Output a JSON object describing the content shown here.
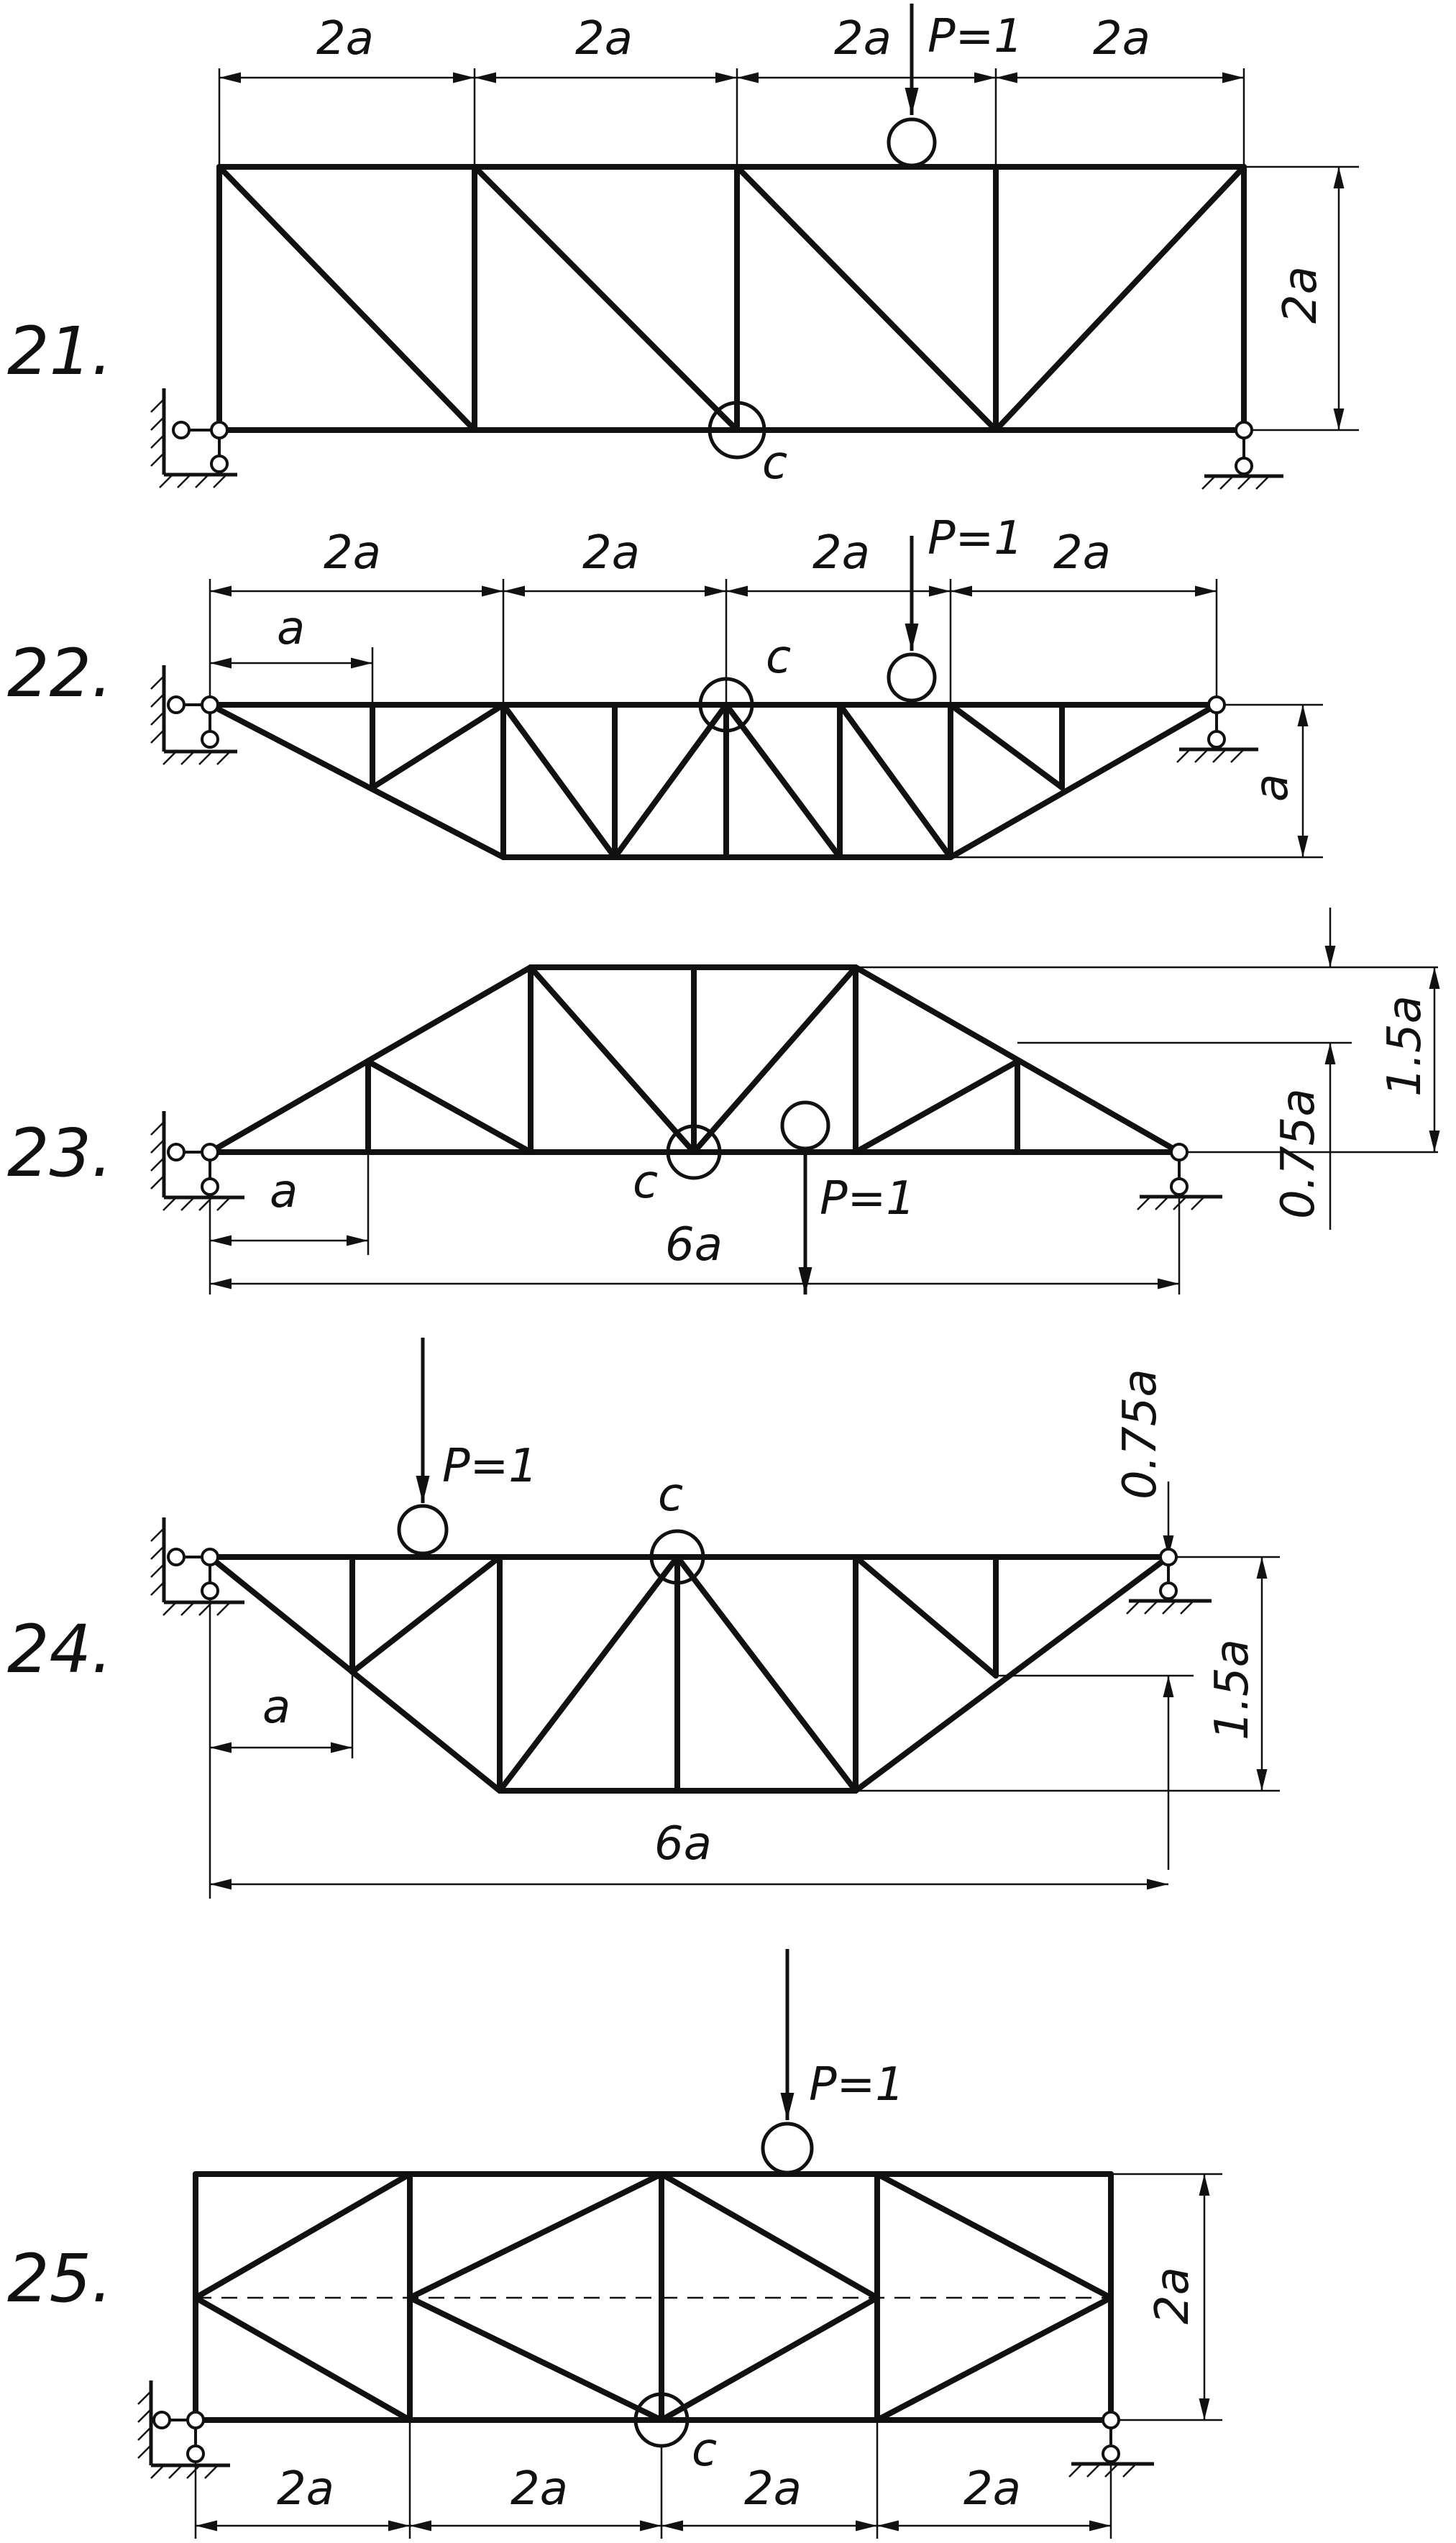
{
  "problems": [
    {
      "number": "21.",
      "labels": {
        "spans": [
          "2a",
          "2a",
          "2a",
          "2a"
        ],
        "height": "2a",
        "load": "P=1",
        "node": "c"
      }
    },
    {
      "number": "22.",
      "labels": {
        "spans": [
          "2a",
          "2a",
          "2a",
          "2a"
        ],
        "panel": "a",
        "depth": "a",
        "load": "P=1",
        "node": "c"
      }
    },
    {
      "number": "23.",
      "labels": {
        "panel": "a",
        "length": "6a",
        "height_low": "0.75a",
        "height_high": "1.5a",
        "load": "P=1",
        "node": "c"
      }
    },
    {
      "number": "24.",
      "labels": {
        "panel": "a",
        "length": "6a",
        "height_low": "0.75a",
        "height_high": "1.5a",
        "load": "P=1",
        "node": "c"
      }
    },
    {
      "number": "25.",
      "labels": {
        "spans": [
          "2a",
          "2a",
          "2a",
          "2a"
        ],
        "height": "2a",
        "load": "P=1",
        "node": "c"
      }
    }
  ]
}
